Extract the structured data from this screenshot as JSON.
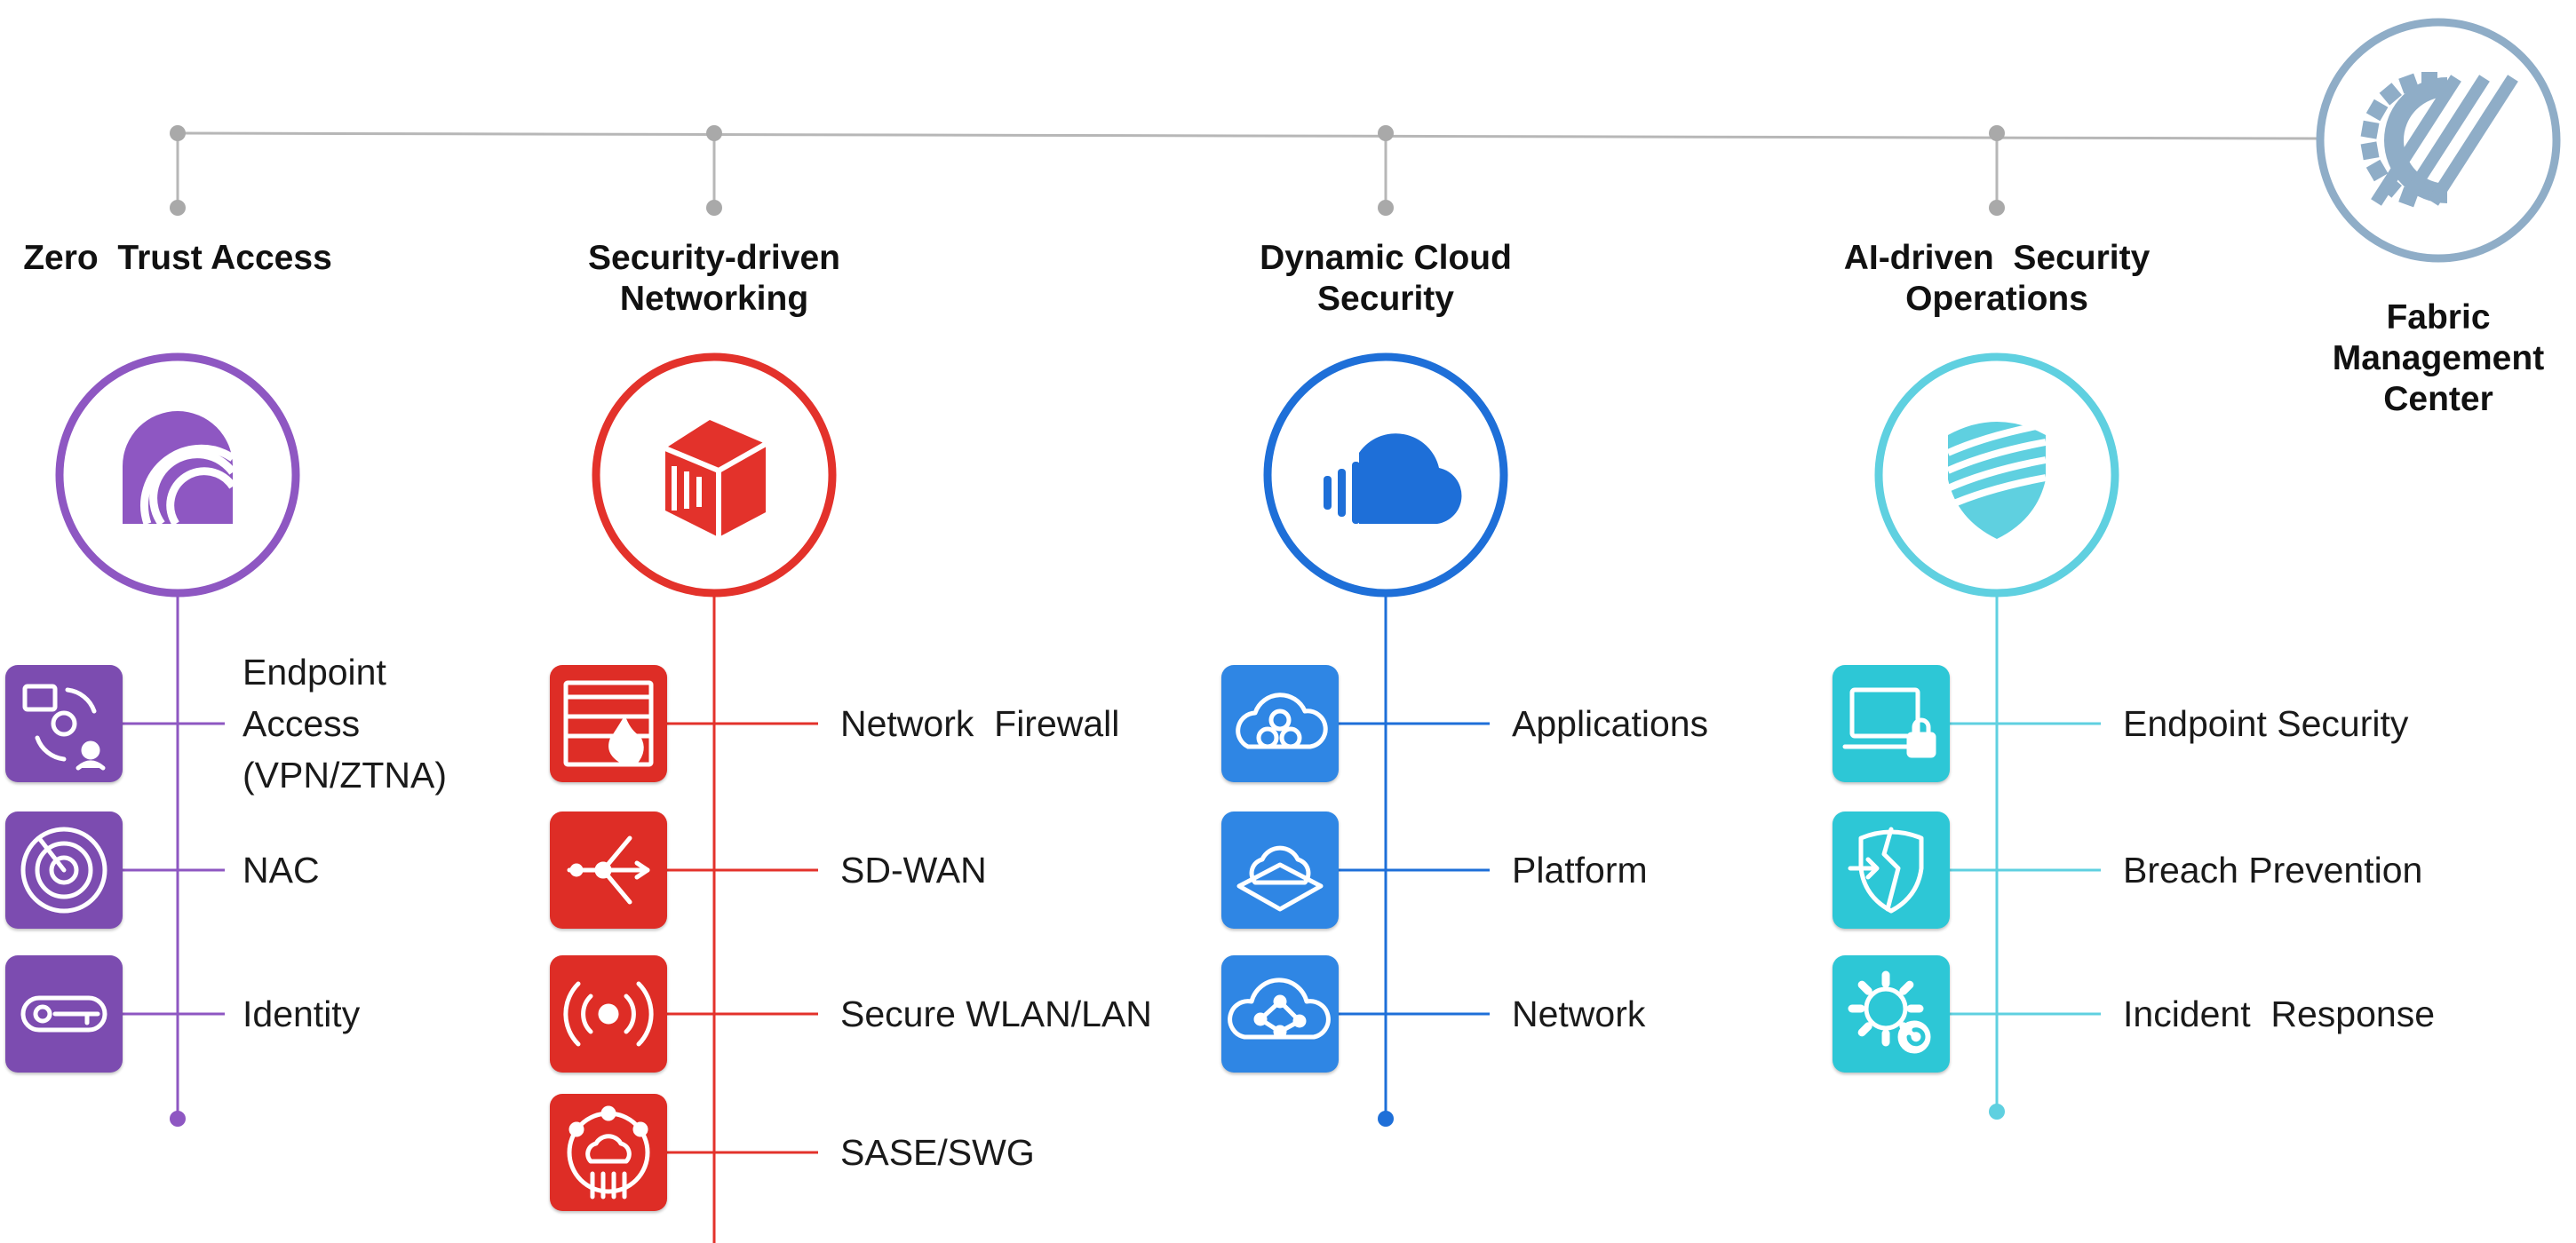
{
  "fabric_center": {
    "title_lines": [
      "Fabric",
      "Management",
      "Center"
    ],
    "color": "#8fadc7",
    "icon": "gear-stripes-icon"
  },
  "pillars": [
    {
      "id": "zero-trust",
      "title_lines": [
        "Zero  Trust Access"
      ],
      "color": "#8e57c2",
      "tile_color": "#7c4cb0",
      "hero_icon": "arches-icon",
      "items": [
        {
          "label_lines": [
            "Endpoint",
            "Access",
            "(VPN/ZTNA)"
          ],
          "icon": "endpoint-access-icon"
        },
        {
          "label_lines": [
            "NAC"
          ],
          "icon": "radar-icon"
        },
        {
          "label_lines": [
            "Identity"
          ],
          "icon": "key-icon"
        }
      ]
    },
    {
      "id": "sd-networking",
      "title_lines": [
        "Security-driven",
        "Networking"
      ],
      "color": "#e3322b",
      "tile_color": "#de2d26",
      "hero_icon": "cube-icon",
      "items": [
        {
          "label_lines": [
            "Network  Firewall"
          ],
          "icon": "firewall-icon"
        },
        {
          "label_lines": [
            "SD-WAN"
          ],
          "icon": "branch-arrows-icon"
        },
        {
          "label_lines": [
            "Secure WLAN/LAN"
          ],
          "icon": "wireless-icon"
        },
        {
          "label_lines": [
            "SASE/SWG"
          ],
          "icon": "cloud-network-icon"
        }
      ]
    },
    {
      "id": "cloud",
      "title_lines": [
        "Dynamic Cloud",
        "Security"
      ],
      "color": "#1e6fd8",
      "tile_color": "#2f86e4",
      "hero_icon": "cloud-bars-icon",
      "items": [
        {
          "label_lines": [
            "Applications"
          ],
          "icon": "cloud-gears-icon"
        },
        {
          "label_lines": [
            "Platform"
          ],
          "icon": "cloud-platform-icon"
        },
        {
          "label_lines": [
            "Network"
          ],
          "icon": "cloud-nodes-icon"
        }
      ]
    },
    {
      "id": "soc",
      "title_lines": [
        "AI-driven  Security",
        "Operations"
      ],
      "color": "#5fd0e0",
      "tile_color": "#2dc7d6",
      "hero_icon": "shield-stripes-icon",
      "items": [
        {
          "label_lines": [
            "Endpoint Security"
          ],
          "icon": "laptop-lock-icon"
        },
        {
          "label_lines": [
            "Breach Prevention"
          ],
          "icon": "broken-shield-icon"
        },
        {
          "label_lines": [
            "Incident  Response"
          ],
          "icon": "gear-response-icon"
        }
      ]
    }
  ]
}
